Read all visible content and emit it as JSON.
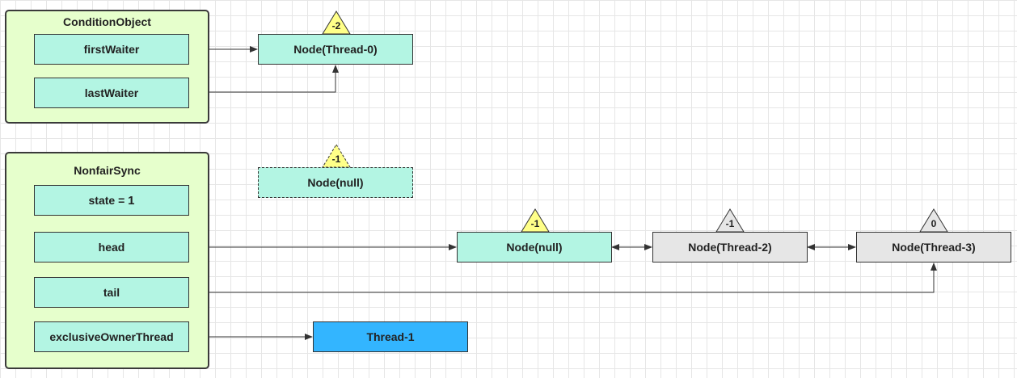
{
  "condition_object": {
    "title": "ConditionObject",
    "first_waiter": "firstWaiter",
    "last_waiter": "lastWaiter"
  },
  "nonfair_sync": {
    "title": "NonfairSync",
    "state_label": "state =",
    "state_value": "1",
    "head": "head",
    "tail": "tail",
    "exclusive_owner_thread": "exclusiveOwnerThread"
  },
  "nodes": {
    "thread0": {
      "label": "Node(Thread-0)",
      "status": "-2"
    },
    "null_dashed": {
      "label": "Node(null)",
      "status": "-1"
    },
    "null_head": {
      "label": "Node(null)",
      "status": "-1"
    },
    "thread2": {
      "label": "Node(Thread-2)",
      "status": "-1"
    },
    "thread3": {
      "label": "Node(Thread-3)",
      "status": "0"
    }
  },
  "owner_thread": {
    "label": "Thread-1"
  },
  "colors": {
    "group_fill": "#e6ffcc",
    "mint": "#b3f5e3",
    "gray": "#e6e6e6",
    "blue": "#33b5ff",
    "triangle_yellow": "#ffff88",
    "triangle_gray": "#e6e6e6"
  }
}
